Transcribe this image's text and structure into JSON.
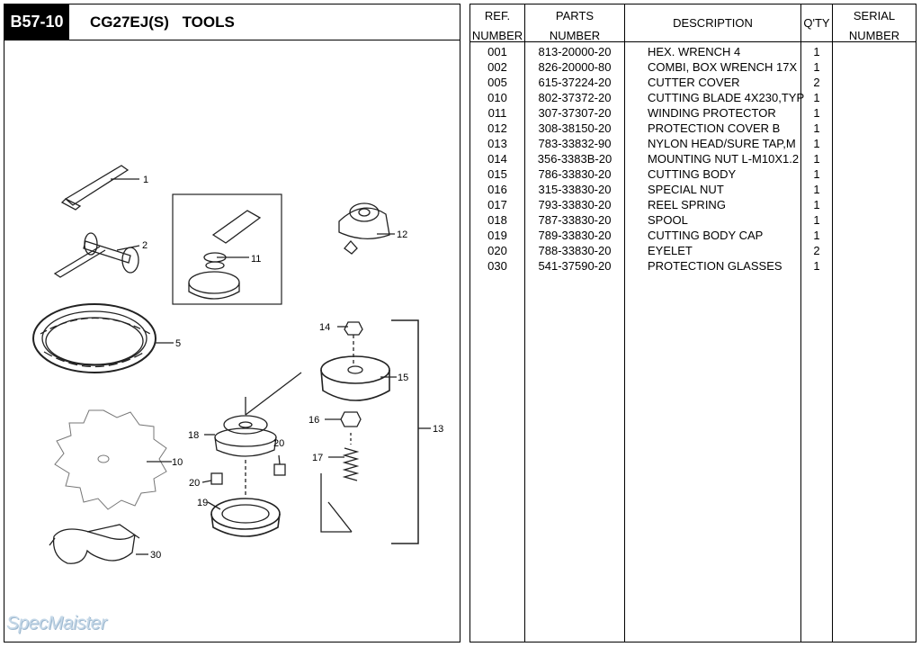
{
  "header": {
    "section_code": "B57-10",
    "model_title": "CG27EJ(S) TOOLS"
  },
  "diagram": {
    "callouts": [
      "1",
      "2",
      "5",
      "10",
      "11",
      "12",
      "13",
      "14",
      "15",
      "16",
      "17",
      "18",
      "19",
      "20",
      "20",
      "30"
    ]
  },
  "watermark": "SpecMaister",
  "table": {
    "headers": {
      "ref": [
        "REF.",
        "NUMBER"
      ],
      "parts": [
        "PARTS",
        "NUMBER"
      ],
      "description": "DESCRIPTION",
      "qty": "Q'TY",
      "serial": [
        "SERIAL",
        "NUMBER"
      ]
    },
    "rows": [
      {
        "ref": "001",
        "part": "813-20000-20",
        "desc": "HEX. WRENCH 4",
        "qty": "1"
      },
      {
        "ref": "002",
        "part": "826-20000-80",
        "desc": "COMBI, BOX WRENCH 17X",
        "qty": "1"
      },
      {
        "ref": "005",
        "part": "615-37224-20",
        "desc": "CUTTER COVER",
        "qty": "2"
      },
      {
        "ref": "010",
        "part": "802-37372-20",
        "desc": "CUTTING BLADE 4X230,TYP",
        "qty": "1"
      },
      {
        "ref": "011",
        "part": "307-37307-20",
        "desc": "WINDING PROTECTOR",
        "qty": "1"
      },
      {
        "ref": "012",
        "part": "308-38150-20",
        "desc": "PROTECTION COVER B",
        "qty": "1"
      },
      {
        "ref": "013",
        "part": "783-33832-90",
        "desc": "NYLON HEAD/SURE TAP,M",
        "qty": "1"
      },
      {
        "ref": "014",
        "part": "356-3383B-20",
        "desc": "MOUNTING NUT L-M10X1.2",
        "qty": "1"
      },
      {
        "ref": "015",
        "part": "786-33830-20",
        "desc": "CUTTING BODY",
        "qty": "1"
      },
      {
        "ref": "016",
        "part": "315-33830-20",
        "desc": "SPECIAL NUT",
        "qty": "1"
      },
      {
        "ref": "017",
        "part": "793-33830-20",
        "desc": "REEL SPRING",
        "qty": "1"
      },
      {
        "ref": "018",
        "part": "787-33830-20",
        "desc": "SPOOL",
        "qty": "1"
      },
      {
        "ref": "019",
        "part": "789-33830-20",
        "desc": "CUTTING BODY CAP",
        "qty": "1"
      },
      {
        "ref": "020",
        "part": "788-33830-20",
        "desc": "EYELET",
        "qty": "2"
      },
      {
        "ref": "030",
        "part": "541-37590-20",
        "desc": "PROTECTION GLASSES",
        "qty": "1"
      }
    ]
  }
}
